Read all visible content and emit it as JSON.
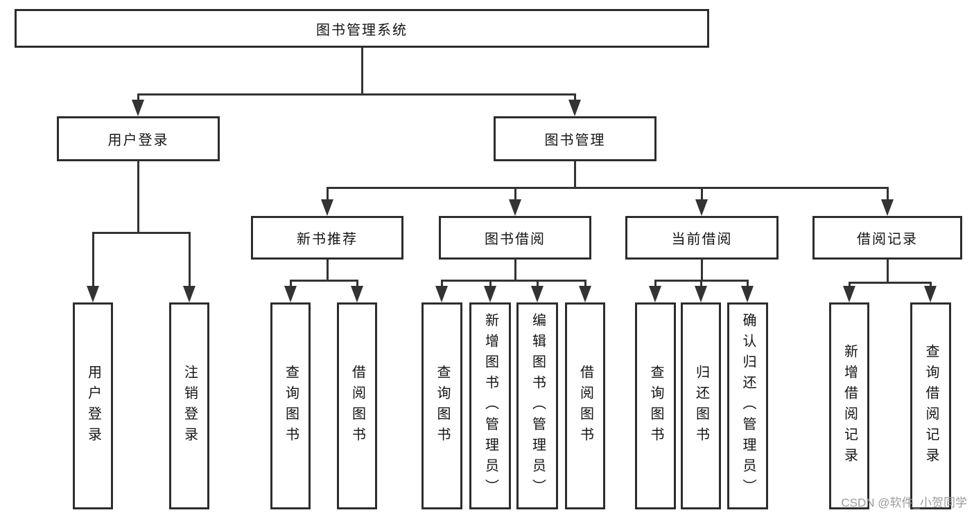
{
  "nodes": {
    "root": "图书管理系统",
    "user_login": "用户登录",
    "book_mgmt": "图书管理",
    "new_book": "新书推荐",
    "book_borrow": "图书借阅",
    "current_borrow": "当前借阅",
    "borrow_record": "借阅记录",
    "user_login_children": [
      "用户登录",
      "注销登录"
    ],
    "new_book_children": [
      "查询图书",
      "借阅图书"
    ],
    "book_borrow_children": [
      "查询图书",
      "新增图书（管理员）",
      "编辑图书（管理员）",
      "借阅图书"
    ],
    "current_borrow_children": [
      "查询图书",
      "归还图书",
      "确认归还（管理员）"
    ],
    "borrow_record_children": [
      "新增借阅记录",
      "查询借阅记录"
    ]
  },
  "watermark": "CSDN @软件_小贺同学",
  "colors": {
    "line": "#333333",
    "box_border": "#2d2d2d",
    "text": "#141414",
    "watermark": "#9b9b9b",
    "background": "#ffffff"
  }
}
